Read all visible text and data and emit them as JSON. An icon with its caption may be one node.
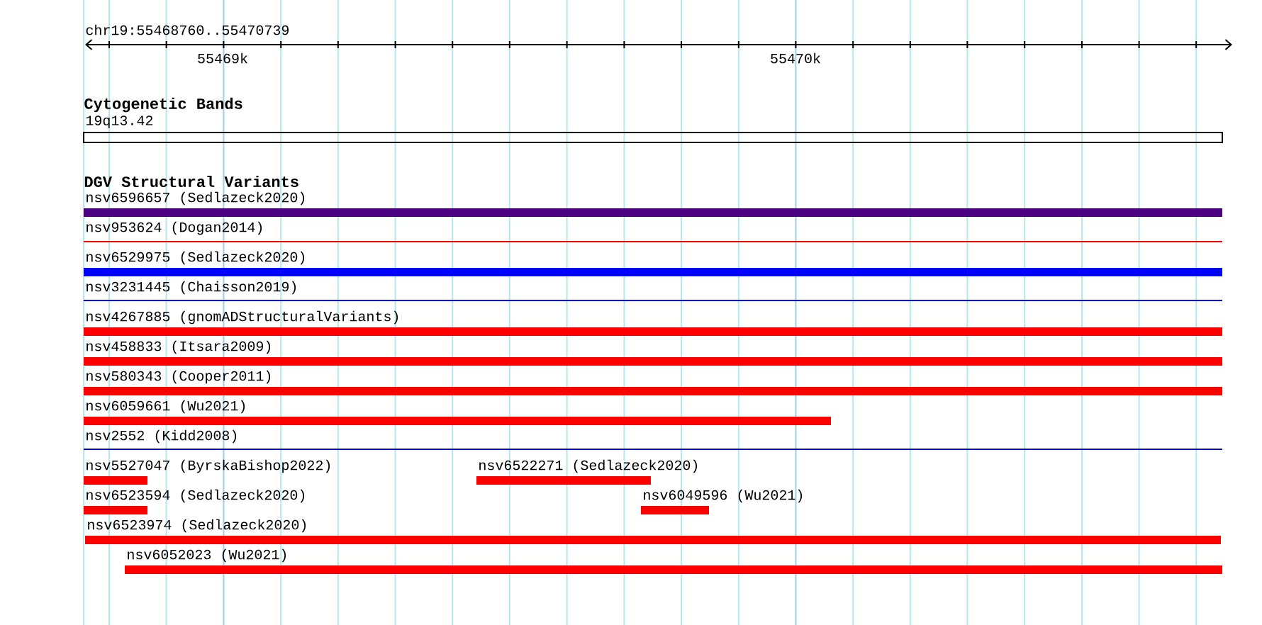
{
  "diagram": {
    "nodes": [
      {
        "text": [
          "nsv6596657 (Sedlazeck2020)"
        ]
      },
      {
        "text": [
          "nsv953624 (Dogan2014)"
        ]
      },
      {
        "text": [
          "nsv6529975 (Sedlazeck2020)"
        ]
      },
      {
        "text": [
          "nsv3231445 (Chaisson2019)"
        ]
      },
      {
        "text": [
          "nsv4267885 (gnomADStructuralVariants)"
        ]
      },
      {
        "text": [
          "nsv458833 (Itsara2009)"
        ]
      },
      {
        "text": [
          "nsv580343 (Cooper2011)"
        ]
      },
      {
        "text": [
          "nsv6059661 (Wu2021)"
        ]
      },
      {
        "text": [
          "nsv2552 (Kidd2008)"
        ]
      },
      {
        "text": [
          "nsv5527047 (ByrskaBishop2022)"
        ]
      },
      {
        "text": [
          "nsv6522271 (Sedlazeck2020)"
        ]
      },
      {
        "text": [
          "nsv6523594 (Sedlazeck2020)"
        ]
      },
      {
        "text": [
          "nsv6049596 (Wu2021)"
        ]
      },
      {
        "text": [
          "nsv6523974 (Sedlazeck2020)"
        ]
      },
      {
        "text": [
          "nsv6052023 (Wu2021)"
        ]
      }
    ],
    "labels": [
      "chr19:55468760..55470739",
      "55469k",
      "55470k",
      "Cytogenetic Bands",
      "19q13.42",
      "DGV Structural Variants"
    ]
  }
}
